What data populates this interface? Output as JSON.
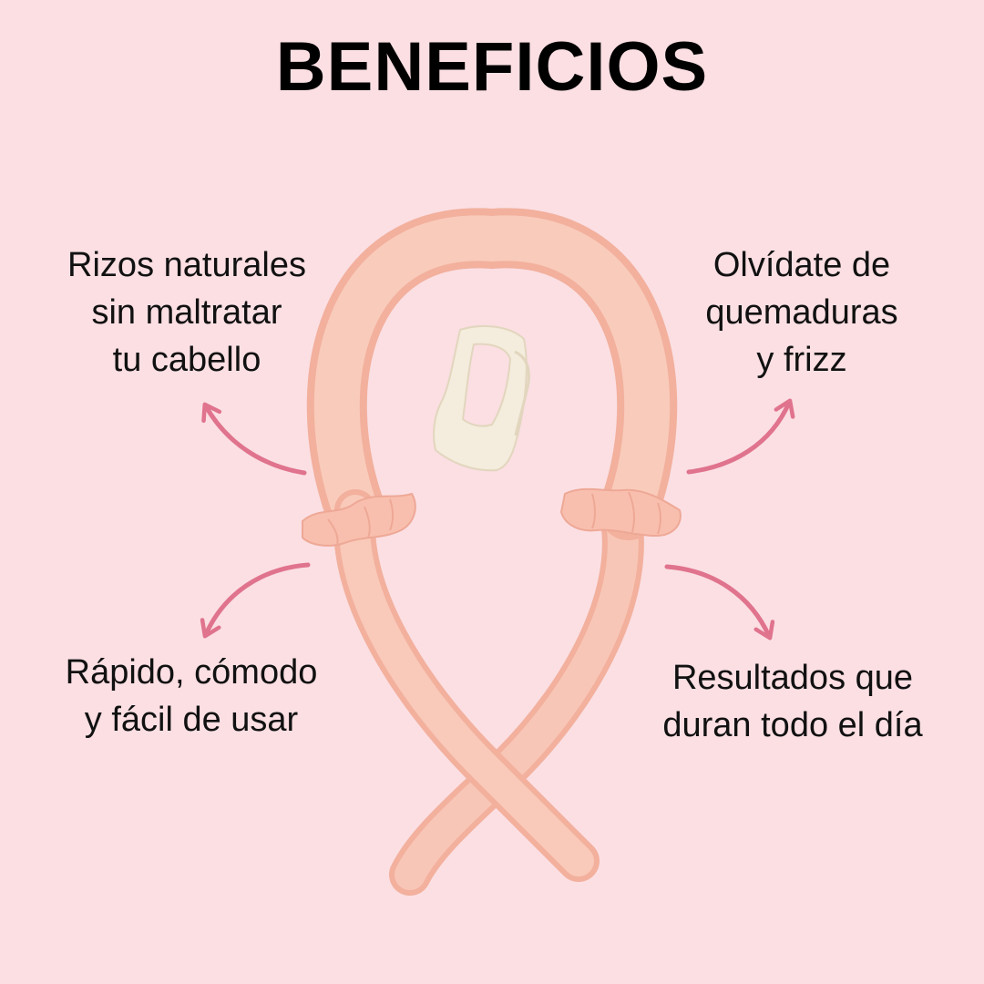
{
  "title": "BENEFICIOS",
  "colors": {
    "background": "#fbdfe3",
    "arrow": "#e0738d",
    "curler": "#f9c7b8",
    "clip": "#f3ecdc"
  },
  "benefits": {
    "top_left": [
      "Rizos naturales",
      "sin maltratar",
      "tu cabello"
    ],
    "top_right": [
      "Olvídate de",
      "quemaduras",
      "y frizz"
    ],
    "bottom_left": [
      "Rápido, cómodo",
      "y fácil de usar"
    ],
    "bottom_right": [
      "Resultados que",
      "duran todo el día"
    ]
  }
}
